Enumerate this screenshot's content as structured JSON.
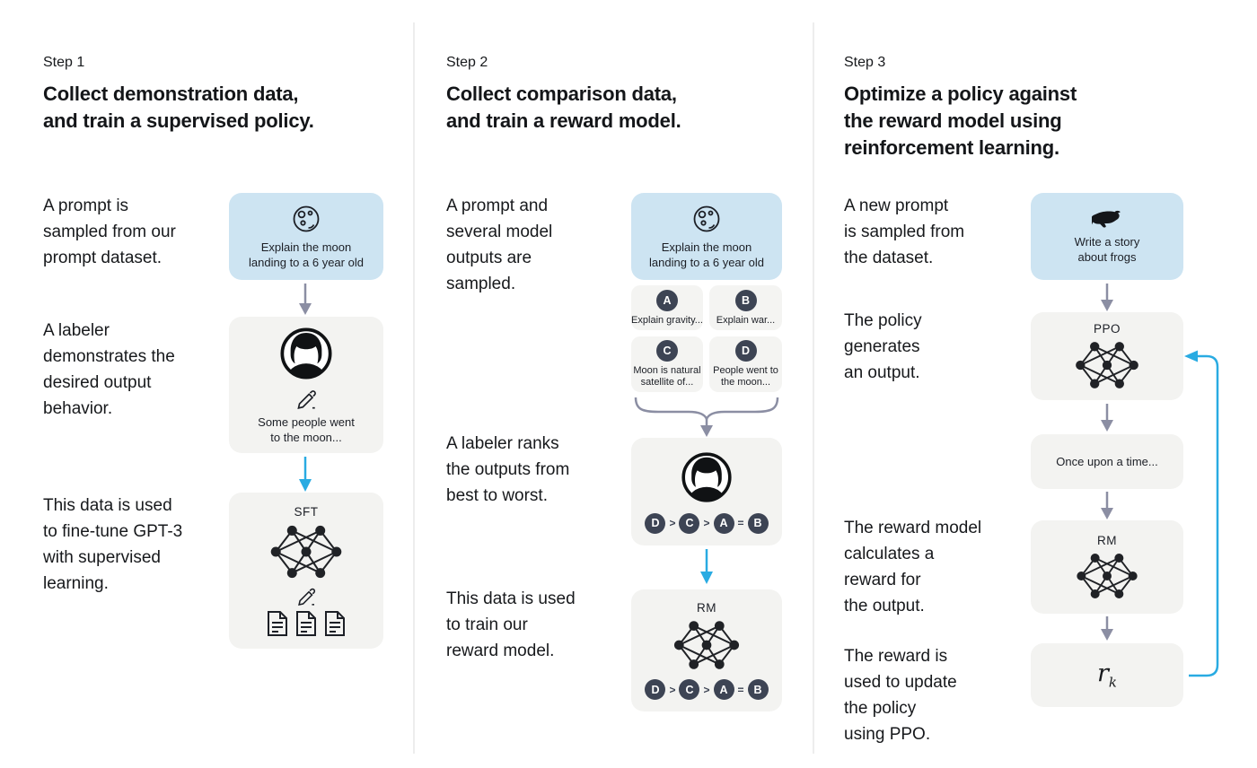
{
  "palette": {
    "prompt_box_bg": "#cde4f2",
    "card_bg": "#f3f3f1",
    "badge_bg": "#3d4454",
    "arrow_gray": "#8b8ea3",
    "arrow_blue": "#29abe2",
    "divider": "#ededed",
    "text": "#17191c"
  },
  "step1": {
    "label": "Step 1",
    "title": "Collect demonstration data,\nand train a supervised policy.",
    "captions": {
      "prompt": "A prompt is\nsampled from our\nprompt dataset.",
      "labeler": "A labeler\ndemonstrates the\ndesired output\nbehavior.",
      "sft": "This data is used\nto fine-tune GPT-3\nwith supervised\nlearning."
    },
    "prompt_box": "Explain the moon\nlanding to a 6 year old",
    "labeler_box": "Some people went\nto the moon...",
    "sft_label": "SFT"
  },
  "step2": {
    "label": "Step 2",
    "title": "Collect comparison data,\nand train a reward model.",
    "captions": {
      "sampled": "A prompt and\nseveral model\noutputs are\nsampled.",
      "ranks": "A labeler ranks\nthe outputs from\nbest to worst.",
      "train": "This data is used\nto train our\nreward model."
    },
    "prompt_box": "Explain the moon\nlanding to a 6 year old",
    "outputs": [
      {
        "id": "A",
        "text": "Explain gravity..."
      },
      {
        "id": "B",
        "text": "Explain war..."
      },
      {
        "id": "C",
        "text": "Moon is natural\nsatellite of..."
      },
      {
        "id": "D",
        "text": "People went to\nthe moon..."
      }
    ],
    "ranking": [
      "D",
      ">",
      "C",
      ">",
      "A",
      "=",
      "B"
    ],
    "rm_label": "RM"
  },
  "step3": {
    "label": "Step 3",
    "title": "Optimize a policy against\nthe reward model using\nreinforcement learning.",
    "captions": {
      "new_prompt": "A new prompt\nis sampled from\nthe dataset.",
      "policy": "The policy\ngenerates\nan output.",
      "reward_calc": "The reward model\ncalculates a\nreward for\nthe output.",
      "reward_update": "The reward is\nused to update\nthe policy\nusing PPO."
    },
    "prompt_box": "Write a story\nabout frogs",
    "ppo_label": "PPO",
    "output_box": "Once upon a time...",
    "rm_label": "RM",
    "reward": {
      "base": "r",
      "sub": "k"
    }
  }
}
